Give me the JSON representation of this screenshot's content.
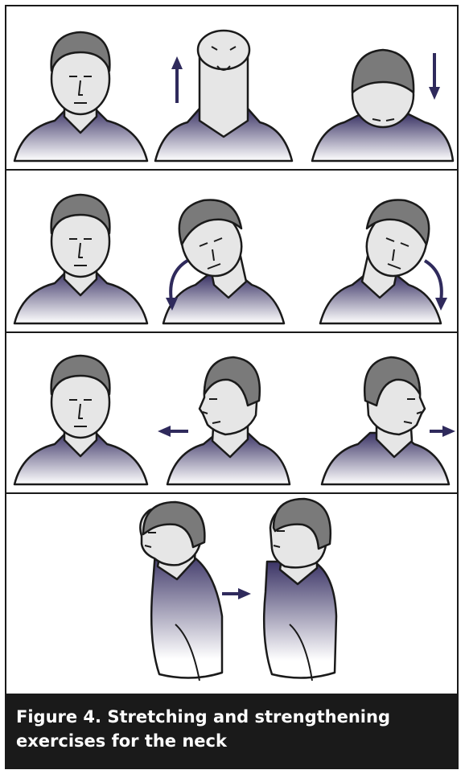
{
  "figure": {
    "caption": "Figure 4. Stretching and strengthening exercises for the neck"
  },
  "colors": {
    "shirt": "#3b3466",
    "arrow": "#2f2a5c",
    "hair": "#7a7a7a",
    "skin": "#e6e6e6",
    "border": "#1a1a1a"
  },
  "exercises": [
    {
      "id": "neck-flexion-extension",
      "poses": [
        "neutral",
        "look-up",
        "look-down"
      ],
      "arrows": [
        "up-arrow",
        "down-arrow"
      ]
    },
    {
      "id": "neck-side-bend",
      "poses": [
        "neutral",
        "tilt-left",
        "tilt-right"
      ],
      "arrows": [
        "curved-down-left-arrow",
        "curved-down-right-arrow"
      ]
    },
    {
      "id": "neck-rotation",
      "poses": [
        "neutral",
        "turn-left",
        "turn-right"
      ],
      "arrows": [
        "left-arrow",
        "right-arrow"
      ]
    },
    {
      "id": "chin-tuck",
      "poses": [
        "chin-forward",
        "chin-tucked"
      ],
      "arrows": [
        "right-arrow"
      ]
    }
  ]
}
